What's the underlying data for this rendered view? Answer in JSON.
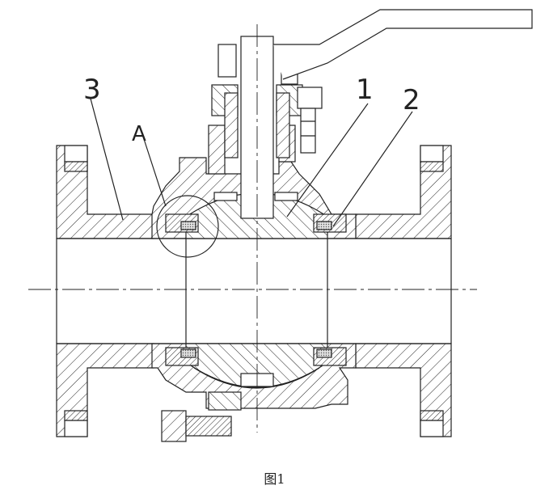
{
  "figure": {
    "caption": "图1",
    "labels": {
      "part_3": "3",
      "part_1": "1",
      "part_2": "2",
      "detail_a": "A"
    }
  },
  "colors": {
    "line": "#222222",
    "background": "#ffffff",
    "seal_fill": "#d4d4d4"
  }
}
